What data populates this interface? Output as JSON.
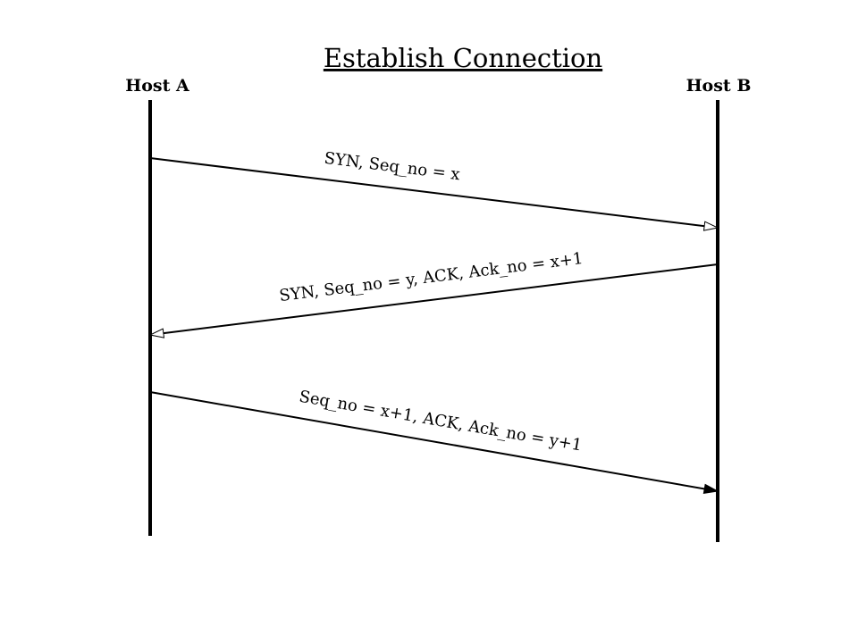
{
  "diagram": {
    "title": "Establish Connection",
    "hosts": [
      {
        "id": "a",
        "label": "Host A"
      },
      {
        "id": "b",
        "label": "Host B"
      }
    ],
    "messages": [
      {
        "label": "SYN, Seq_no = x",
        "from": "Host A",
        "to": "Host B",
        "head": "open"
      },
      {
        "label": "SYN, Seq_no = y, ACK, Ack_no = x+1",
        "from": "Host B",
        "to": "Host A",
        "head": "open"
      },
      {
        "label": "Seq_no = x+1, ACK, Ack_no = y+1",
        "from": "Host A",
        "to": "Host B",
        "head": "filled"
      }
    ]
  }
}
